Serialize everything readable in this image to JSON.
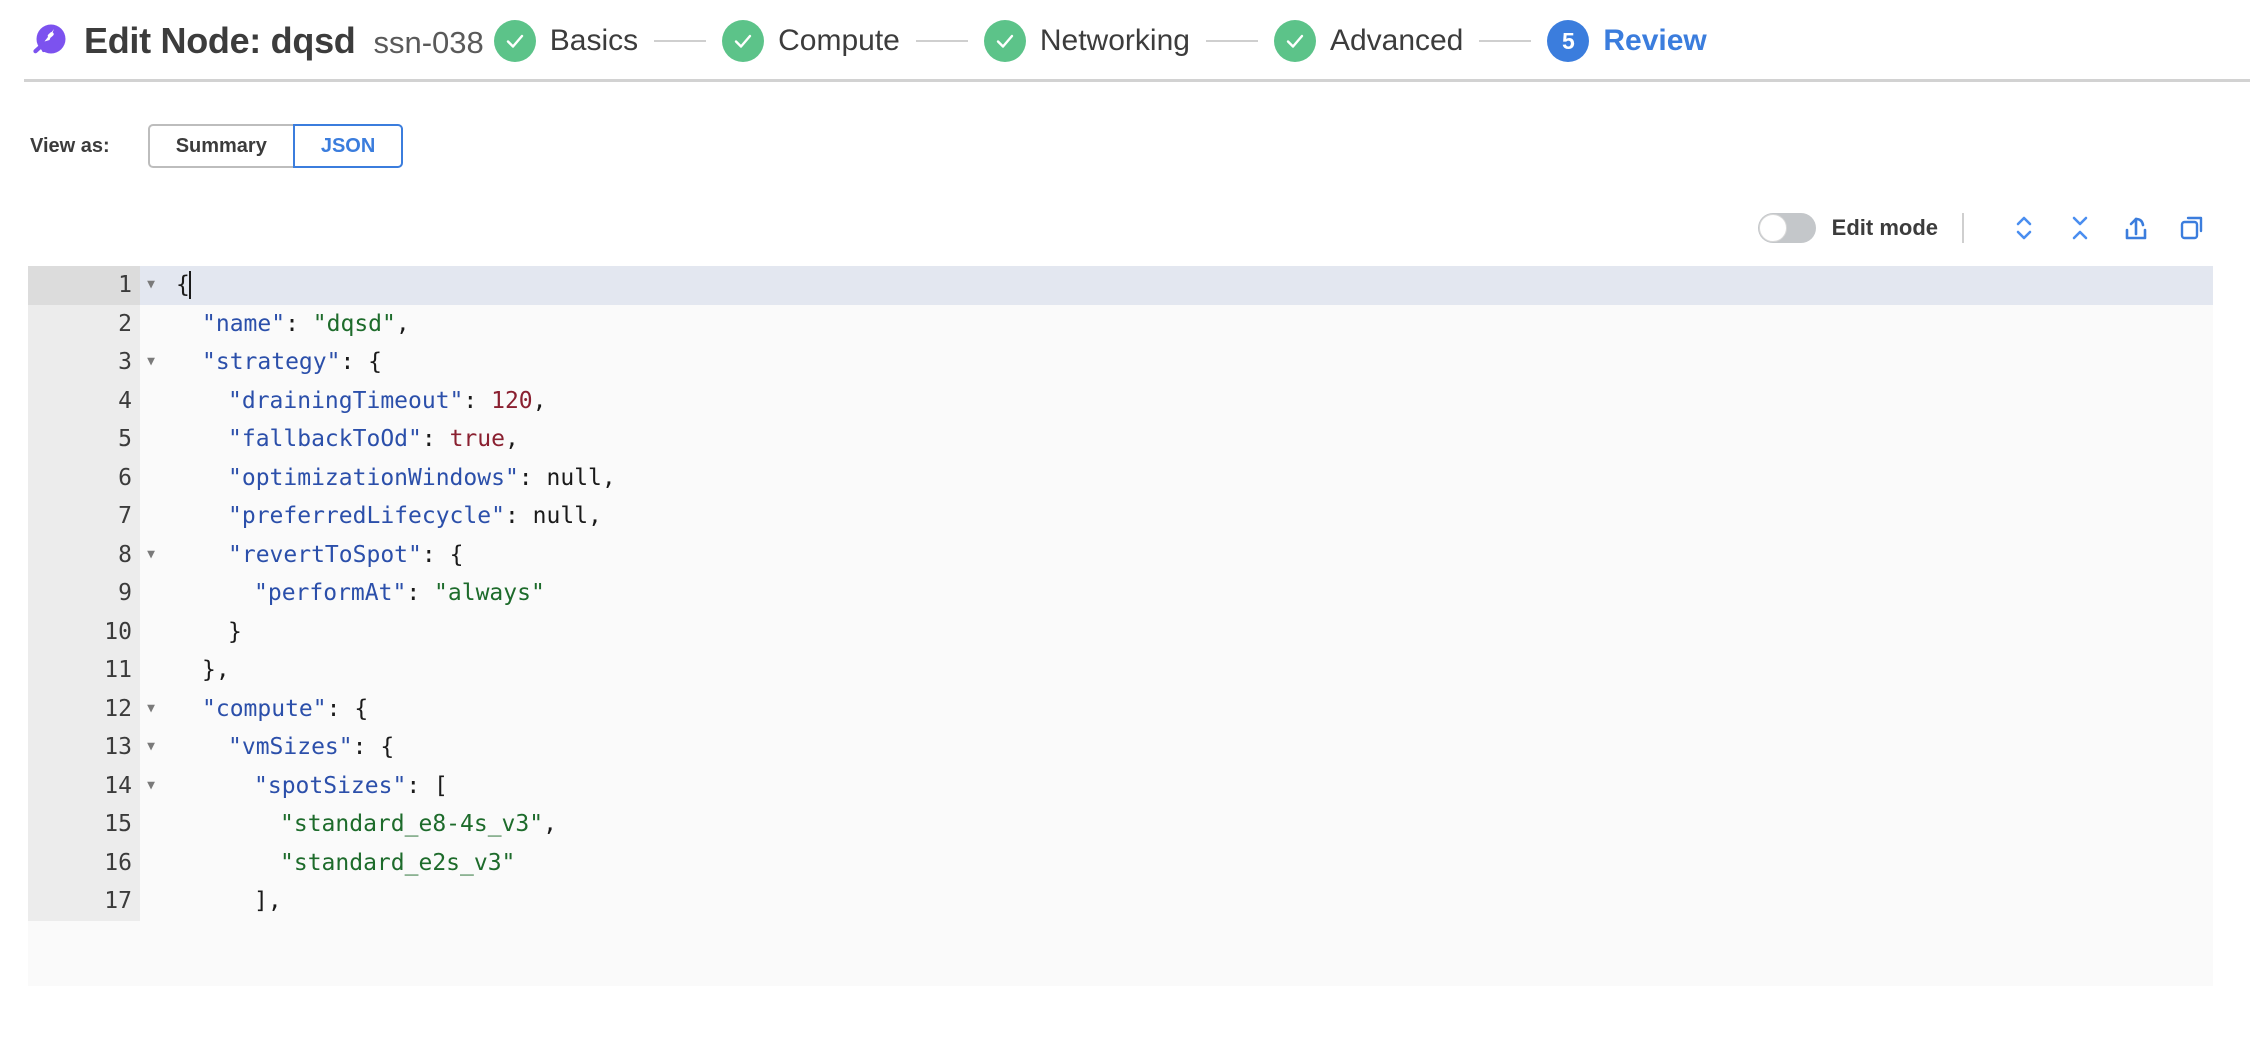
{
  "header": {
    "logo_icon": "spot-logo-icon",
    "title": "Edit Node: dqsd",
    "subtitle": "ssn-038",
    "steps": [
      {
        "label": "Basics",
        "state": "done",
        "marker": "check-icon"
      },
      {
        "label": "Compute",
        "state": "done",
        "marker": "check-icon"
      },
      {
        "label": "Networking",
        "state": "done",
        "marker": "check-icon"
      },
      {
        "label": "Advanced",
        "state": "done",
        "marker": "check-icon"
      },
      {
        "label": "Review",
        "state": "active",
        "marker": "5"
      }
    ]
  },
  "view_as": {
    "label": "View as:",
    "options": [
      "Summary",
      "JSON"
    ],
    "selected": "JSON"
  },
  "editor_toolbar": {
    "edit_mode_label": "Edit mode",
    "edit_mode_on": false,
    "actions": [
      {
        "name": "expand-all-icon",
        "title": "Expand all"
      },
      {
        "name": "collapse-all-icon",
        "title": "Collapse all"
      },
      {
        "name": "share-icon",
        "title": "Export"
      },
      {
        "name": "copy-icon",
        "title": "Copy"
      }
    ]
  },
  "code": {
    "current_line": 1,
    "lines": [
      {
        "n": 1,
        "fold": true,
        "indent": 0,
        "tokens": [
          {
            "t": "punc",
            "v": "{"
          },
          {
            "t": "caret",
            "v": ""
          }
        ]
      },
      {
        "n": 2,
        "fold": false,
        "indent": 1,
        "tokens": [
          {
            "t": "key",
            "v": "\"name\""
          },
          {
            "t": "punc",
            "v": ": "
          },
          {
            "t": "str",
            "v": "\"dqsd\""
          },
          {
            "t": "punc",
            "v": ","
          }
        ]
      },
      {
        "n": 3,
        "fold": true,
        "indent": 1,
        "tokens": [
          {
            "t": "key",
            "v": "\"strategy\""
          },
          {
            "t": "punc",
            "v": ": {"
          }
        ]
      },
      {
        "n": 4,
        "fold": false,
        "indent": 2,
        "tokens": [
          {
            "t": "key",
            "v": "\"drainingTimeout\""
          },
          {
            "t": "punc",
            "v": ": "
          },
          {
            "t": "num",
            "v": "120"
          },
          {
            "t": "punc",
            "v": ","
          }
        ]
      },
      {
        "n": 5,
        "fold": false,
        "indent": 2,
        "tokens": [
          {
            "t": "key",
            "v": "\"fallbackToOd\""
          },
          {
            "t": "punc",
            "v": ": "
          },
          {
            "t": "bool",
            "v": "true"
          },
          {
            "t": "punc",
            "v": ","
          }
        ]
      },
      {
        "n": 6,
        "fold": false,
        "indent": 2,
        "tokens": [
          {
            "t": "key",
            "v": "\"optimizationWindows\""
          },
          {
            "t": "punc",
            "v": ": "
          },
          {
            "t": "null",
            "v": "null"
          },
          {
            "t": "punc",
            "v": ","
          }
        ]
      },
      {
        "n": 7,
        "fold": false,
        "indent": 2,
        "tokens": [
          {
            "t": "key",
            "v": "\"preferredLifecycle\""
          },
          {
            "t": "punc",
            "v": ": "
          },
          {
            "t": "null",
            "v": "null"
          },
          {
            "t": "punc",
            "v": ","
          }
        ]
      },
      {
        "n": 8,
        "fold": true,
        "indent": 2,
        "tokens": [
          {
            "t": "key",
            "v": "\"revertToSpot\""
          },
          {
            "t": "punc",
            "v": ": {"
          }
        ]
      },
      {
        "n": 9,
        "fold": false,
        "indent": 3,
        "tokens": [
          {
            "t": "key",
            "v": "\"performAt\""
          },
          {
            "t": "punc",
            "v": ": "
          },
          {
            "t": "str",
            "v": "\"always\""
          }
        ]
      },
      {
        "n": 10,
        "fold": false,
        "indent": 2,
        "tokens": [
          {
            "t": "punc",
            "v": "}"
          }
        ]
      },
      {
        "n": 11,
        "fold": false,
        "indent": 1,
        "tokens": [
          {
            "t": "punc",
            "v": "},"
          }
        ]
      },
      {
        "n": 12,
        "fold": true,
        "indent": 1,
        "tokens": [
          {
            "t": "key",
            "v": "\"compute\""
          },
          {
            "t": "punc",
            "v": ": {"
          }
        ]
      },
      {
        "n": 13,
        "fold": true,
        "indent": 2,
        "tokens": [
          {
            "t": "key",
            "v": "\"vmSizes\""
          },
          {
            "t": "punc",
            "v": ": {"
          }
        ]
      },
      {
        "n": 14,
        "fold": true,
        "indent": 3,
        "tokens": [
          {
            "t": "key",
            "v": "\"spotSizes\""
          },
          {
            "t": "punc",
            "v": ": ["
          }
        ]
      },
      {
        "n": 15,
        "fold": false,
        "indent": 4,
        "tokens": [
          {
            "t": "str",
            "v": "\"standard_e8-4s_v3\""
          },
          {
            "t": "punc",
            "v": ","
          }
        ]
      },
      {
        "n": 16,
        "fold": false,
        "indent": 4,
        "tokens": [
          {
            "t": "str",
            "v": "\"standard_e2s_v3\""
          }
        ]
      },
      {
        "n": 17,
        "fold": false,
        "indent": 3,
        "tokens": [
          {
            "t": "punc",
            "v": "],"
          }
        ]
      }
    ]
  },
  "colors": {
    "accent_blue": "#3b7ddd",
    "step_done_green": "#5cc389",
    "logo_purple": "#7c52ef",
    "key_blue": "#2b4faa",
    "string_green": "#1d6b2b",
    "number_red": "#8a2030",
    "current_line_bg": "#e3e7f0",
    "gutter_bg": "#ececec"
  }
}
